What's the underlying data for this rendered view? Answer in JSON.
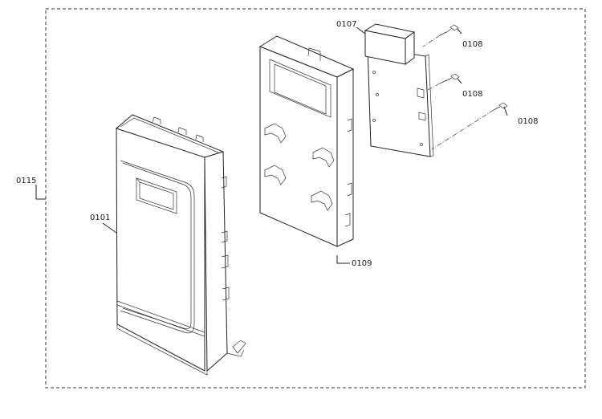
{
  "labels": {
    "assembly": "0115",
    "front_panel": "0101",
    "pcb": "0107",
    "screw_1": "0108",
    "screw_2": "0108",
    "screw_3": "0108",
    "bracket": "0109"
  }
}
